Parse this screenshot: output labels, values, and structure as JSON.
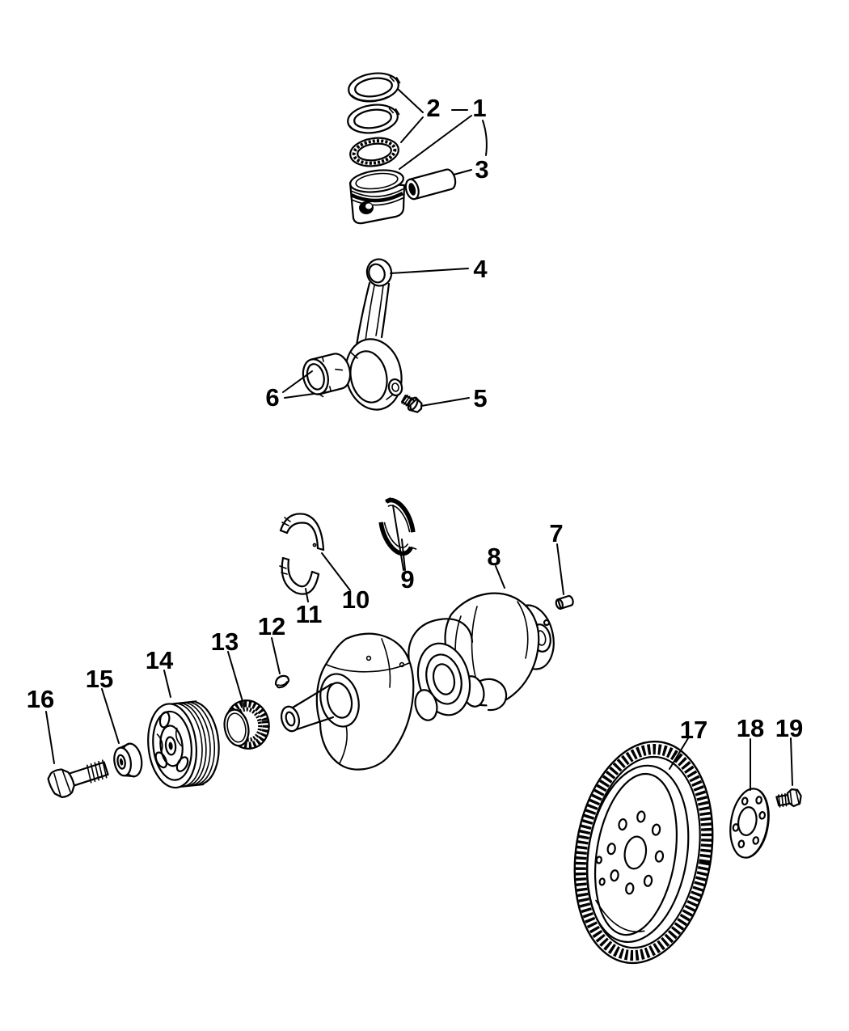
{
  "page": {
    "background_color": "#ffffff",
    "line_color": "#000000"
  },
  "diagram": {
    "type": "exploded-parts-diagram",
    "subject": "crankshaft-piston-and-drive-plate",
    "callouts": [
      {
        "label": "1"
      },
      {
        "label": "2"
      },
      {
        "label": "3"
      },
      {
        "label": "4"
      },
      {
        "label": "5"
      },
      {
        "label": "6"
      },
      {
        "label": "7"
      },
      {
        "label": "8"
      },
      {
        "label": "9"
      },
      {
        "label": "10"
      },
      {
        "label": "11"
      },
      {
        "label": "12"
      },
      {
        "label": "13"
      },
      {
        "label": "14"
      },
      {
        "label": "15"
      },
      {
        "label": "16"
      },
      {
        "label": "17"
      },
      {
        "label": "18"
      },
      {
        "label": "19"
      }
    ]
  }
}
